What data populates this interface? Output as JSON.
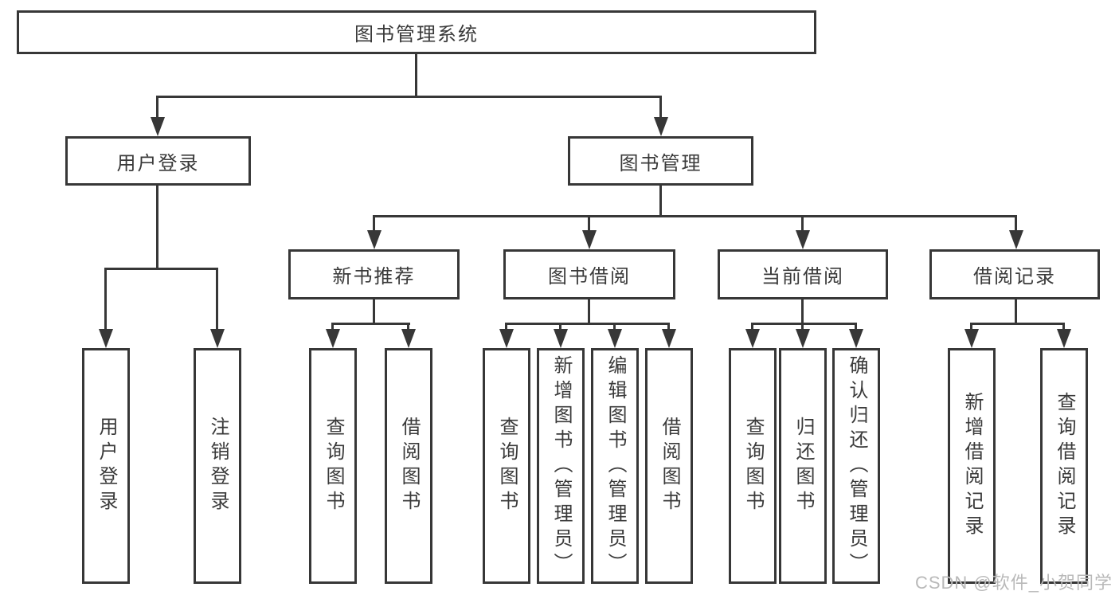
{
  "diagram": {
    "root": {
      "label": "图书管理系统"
    },
    "branches": [
      {
        "label": "用户登录",
        "children": [
          {
            "label": "用户登录"
          },
          {
            "label": "注销登录"
          }
        ]
      },
      {
        "label": "图书管理",
        "children": [
          {
            "label": "新书推荐",
            "children": [
              {
                "label": "查询图书"
              },
              {
                "label": "借阅图书"
              }
            ]
          },
          {
            "label": "图书借阅",
            "children": [
              {
                "label": "查询图书"
              },
              {
                "label": "新增图书（管理员）"
              },
              {
                "label": "编辑图书（管理员）"
              },
              {
                "label": "借阅图书"
              }
            ]
          },
          {
            "label": "当前借阅",
            "children": [
              {
                "label": "查询图书"
              },
              {
                "label": "归还图书"
              },
              {
                "label": "确认归还（管理员）"
              }
            ]
          },
          {
            "label": "借阅记录",
            "children": [
              {
                "label": "新增借阅记录"
              },
              {
                "label": "查询借阅记录"
              }
            ]
          }
        ]
      }
    ]
  },
  "watermark": {
    "text": "CSDN @软件_小贺同学"
  },
  "colors": {
    "line": "#373737",
    "text": "#3a3a3a",
    "watermark": "#b9b9b9",
    "background": "#ffffff"
  }
}
